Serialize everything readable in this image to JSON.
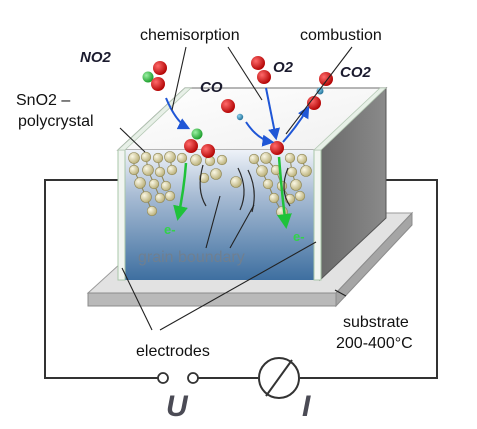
{
  "labels": {
    "chemisorption": "chemisorption",
    "combustion": "combustion",
    "no2": "NO2",
    "o2": "O2",
    "co": "CO",
    "co2": "CO2",
    "sno2_line1": "SnO2 –",
    "sno2_line2": "polycrystal",
    "electron_left": "e-",
    "electron_right": "e-",
    "grain_boundary": "grain boundary",
    "substrate_line1": "substrate",
    "substrate_line2": "200-400°C",
    "electrodes": "electrodes",
    "voltage": "U",
    "current": "I"
  },
  "colors": {
    "oxygen_atom": "#d01010",
    "nitrogen_atom": "#22aa33",
    "carbon_atom": "#2a7fa8",
    "grain": "#d6cfa0",
    "arrow_blue": "#1f56d6",
    "arrow_green": "#1fc23a",
    "film_top": "#eef2f8",
    "film_bottom": "#3e6fa0",
    "block_side": "#707070",
    "substrate": "#cfcfcf",
    "wire": "#333333"
  },
  "icons": {
    "meter": "ammeter-symbol",
    "terminals": "voltage-terminal-circles"
  }
}
